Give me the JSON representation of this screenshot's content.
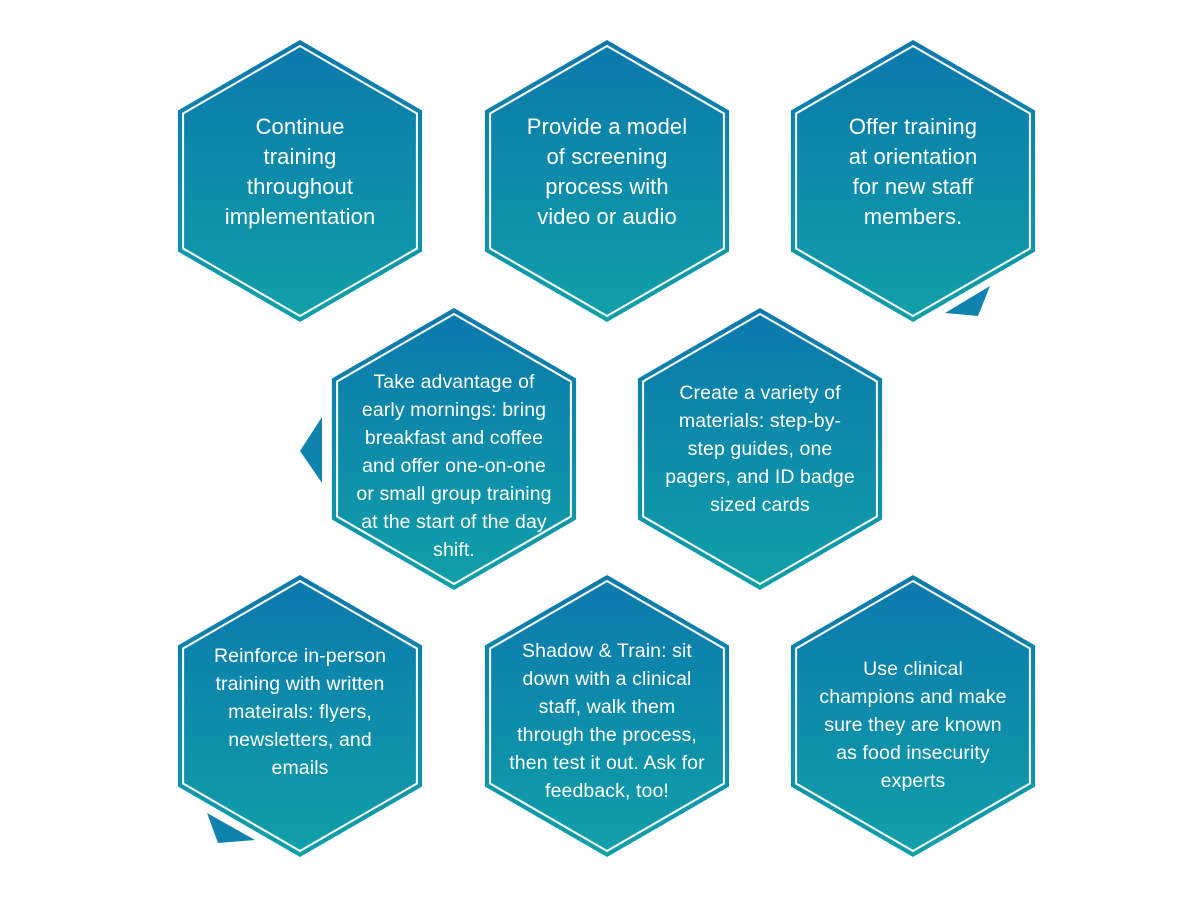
{
  "colors": {
    "gradient_top": "#0b78ac",
    "gradient_bottom": "#10a0a8",
    "inner_outline": "#ffffff",
    "accent_tab": "#0f83ae",
    "text": "#ffffff"
  },
  "hexagons": [
    {
      "id": "continue-training",
      "lines": [
        "Continue",
        "training",
        "throughout",
        "implementation"
      ]
    },
    {
      "id": "provide-model",
      "lines": [
        "Provide a model",
        "of screening",
        "process with",
        "video or audio"
      ]
    },
    {
      "id": "offer-orientation",
      "lines": [
        "Offer training",
        "at orientation",
        "for new staff",
        "members."
      ]
    },
    {
      "id": "early-mornings",
      "lines": [
        "Take advantage of",
        "early mornings: bring",
        "breakfast and coffee",
        "and offer one-on-one",
        "or small group training",
        "at the start of the day",
        "shift."
      ]
    },
    {
      "id": "variety-materials",
      "lines": [
        "Create a variety of",
        "materials: step-by-",
        "step guides, one",
        "pagers, and ID badge",
        "sized cards"
      ]
    },
    {
      "id": "reinforce-written",
      "lines": [
        "Reinforce in-person",
        "training with written",
        "mateirals: flyers,",
        "newsletters, and",
        "emails"
      ]
    },
    {
      "id": "shadow-train",
      "lines": [
        "Shadow & Train: sit",
        "down with a clinical",
        "staff, walk them",
        "through the process,",
        "then test it out. Ask for",
        "feedback, too!"
      ]
    },
    {
      "id": "clinical-champions",
      "lines": [
        "Use clinical",
        "champions and make",
        "sure they are known",
        "as food insecurity",
        "experts"
      ]
    }
  ]
}
